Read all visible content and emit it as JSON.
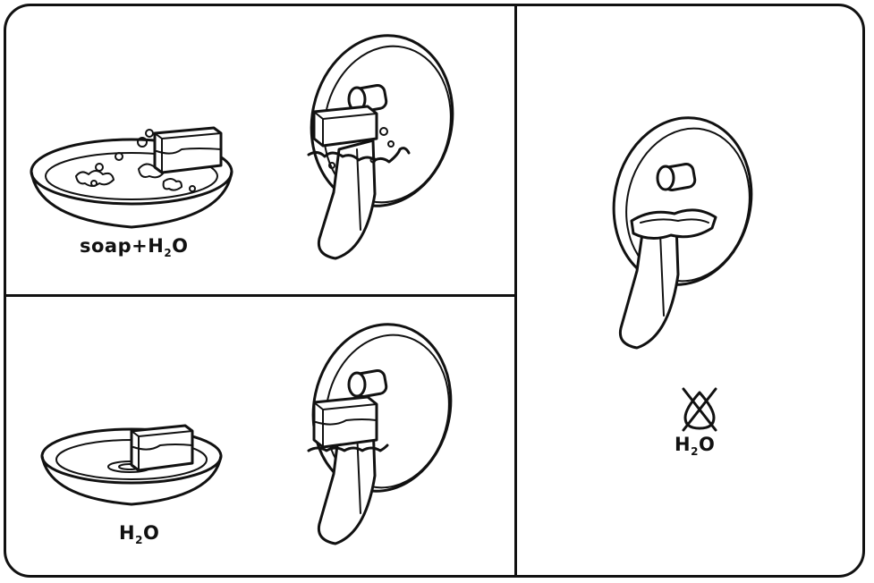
{
  "panels": {
    "step1": {
      "chem": "soap+H",
      "sub": "2",
      "tail": "O"
    },
    "step2": {
      "chem": "H",
      "sub": "2",
      "tail": "O"
    },
    "step3": {
      "chem": "H",
      "sub": "2",
      "tail": "O",
      "icon": "no-water-drop-icon"
    }
  },
  "colors": {
    "line": "#111111",
    "background": "#ffffff"
  }
}
